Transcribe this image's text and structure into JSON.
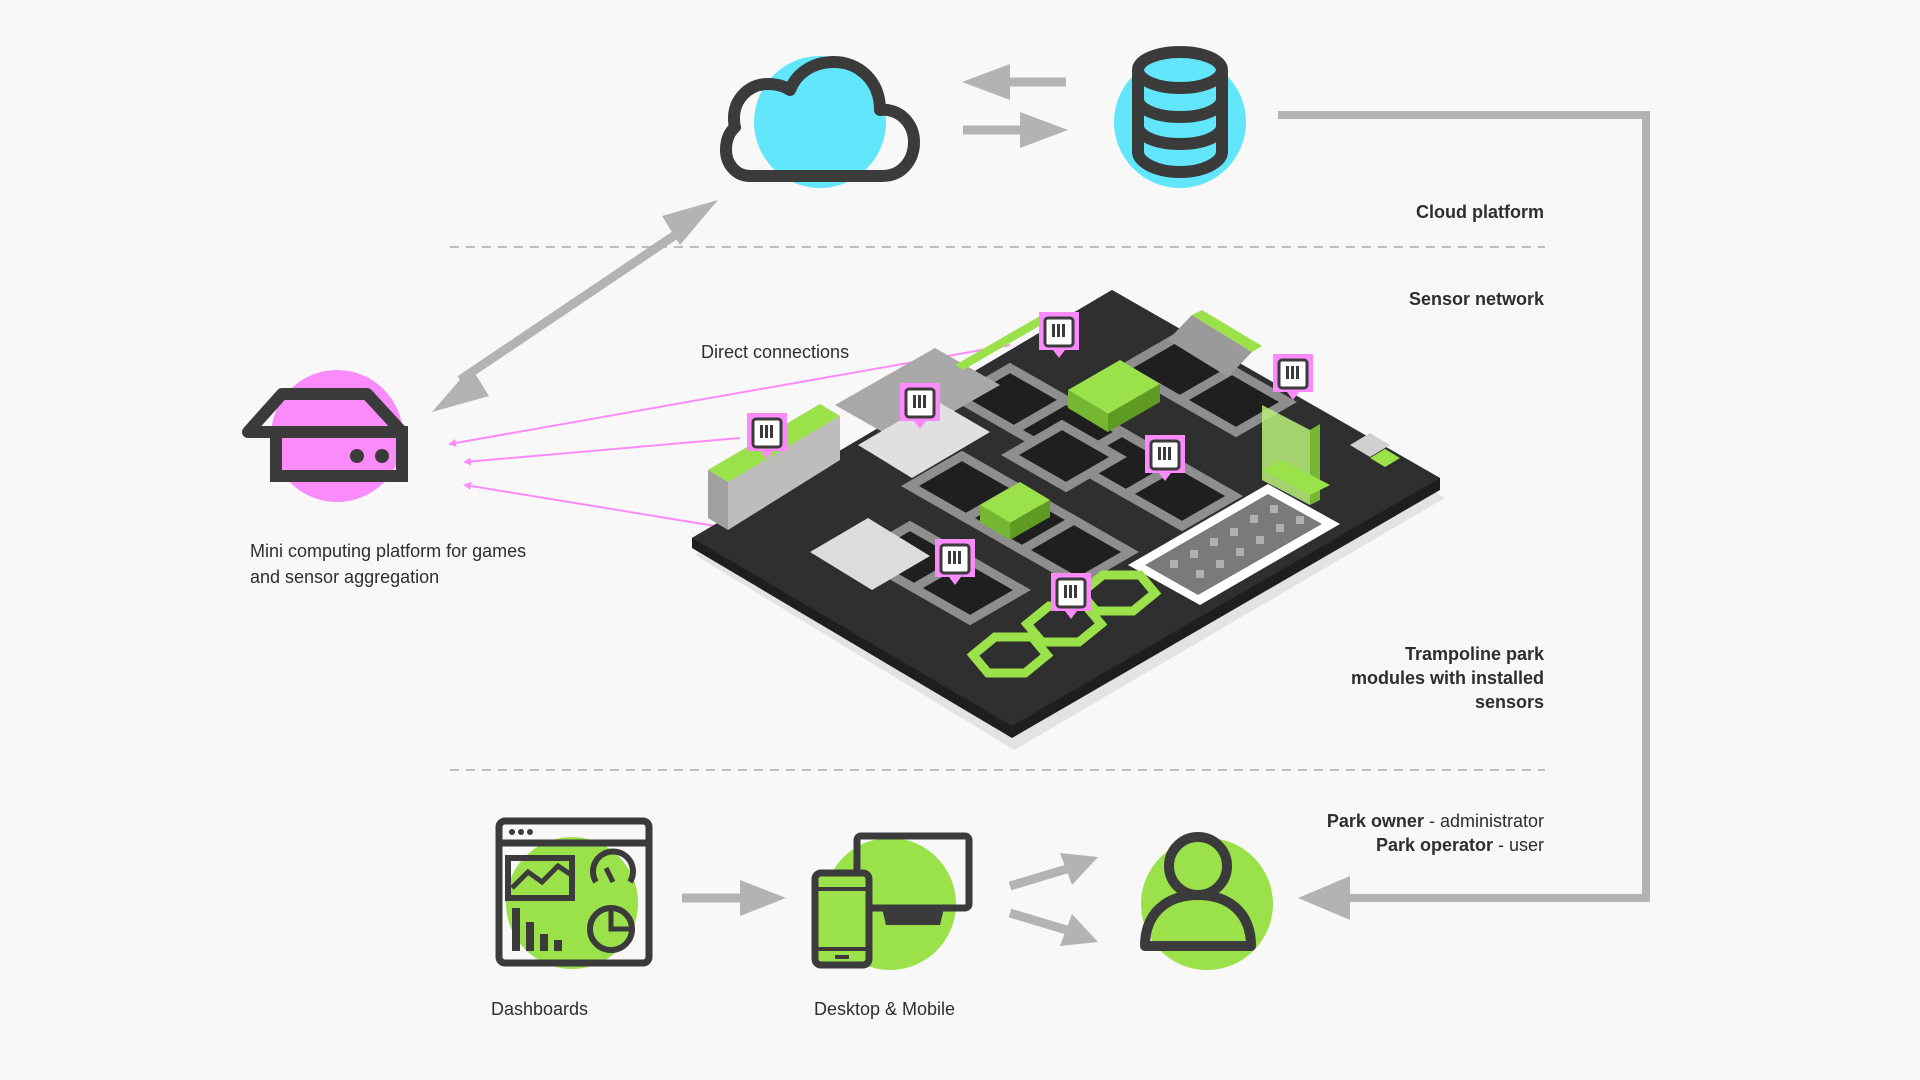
{
  "colors": {
    "background": "#f8f8f8",
    "cloud_accent": "#62e6fb",
    "edge_accent": "#fb8bfb",
    "user_accent": "#9be14a",
    "icon_stroke": "#3b3b3b",
    "arrow_gray": "#b3b3b3",
    "divider": "#bdbdbd",
    "board_dark": "#2f2f2f"
  },
  "layers": {
    "cloud": {
      "label": "Cloud platform"
    },
    "sensors": {
      "label": "Sensor network"
    },
    "modules": {
      "label_line1": "Trampoline park",
      "label_line2": "modules with installed",
      "label_line3": "sensors"
    }
  },
  "edge": {
    "label_line1": "Mini computing platform for games",
    "label_line2": "and sensor aggregation",
    "connections_label": "Direct connections"
  },
  "users": {
    "owner_role": "Park owner",
    "owner_desc": " - administrator",
    "operator_role": "Park operator",
    "operator_desc": " - user"
  },
  "clients": {
    "dashboards_label": "Dashboards",
    "devices_label": "Desktop & Mobile"
  },
  "icons": [
    "cloud-icon",
    "database-icon",
    "server-icon",
    "dashboard-icon",
    "desktop-mobile-icon",
    "user-icon",
    "sensor-icon"
  ]
}
